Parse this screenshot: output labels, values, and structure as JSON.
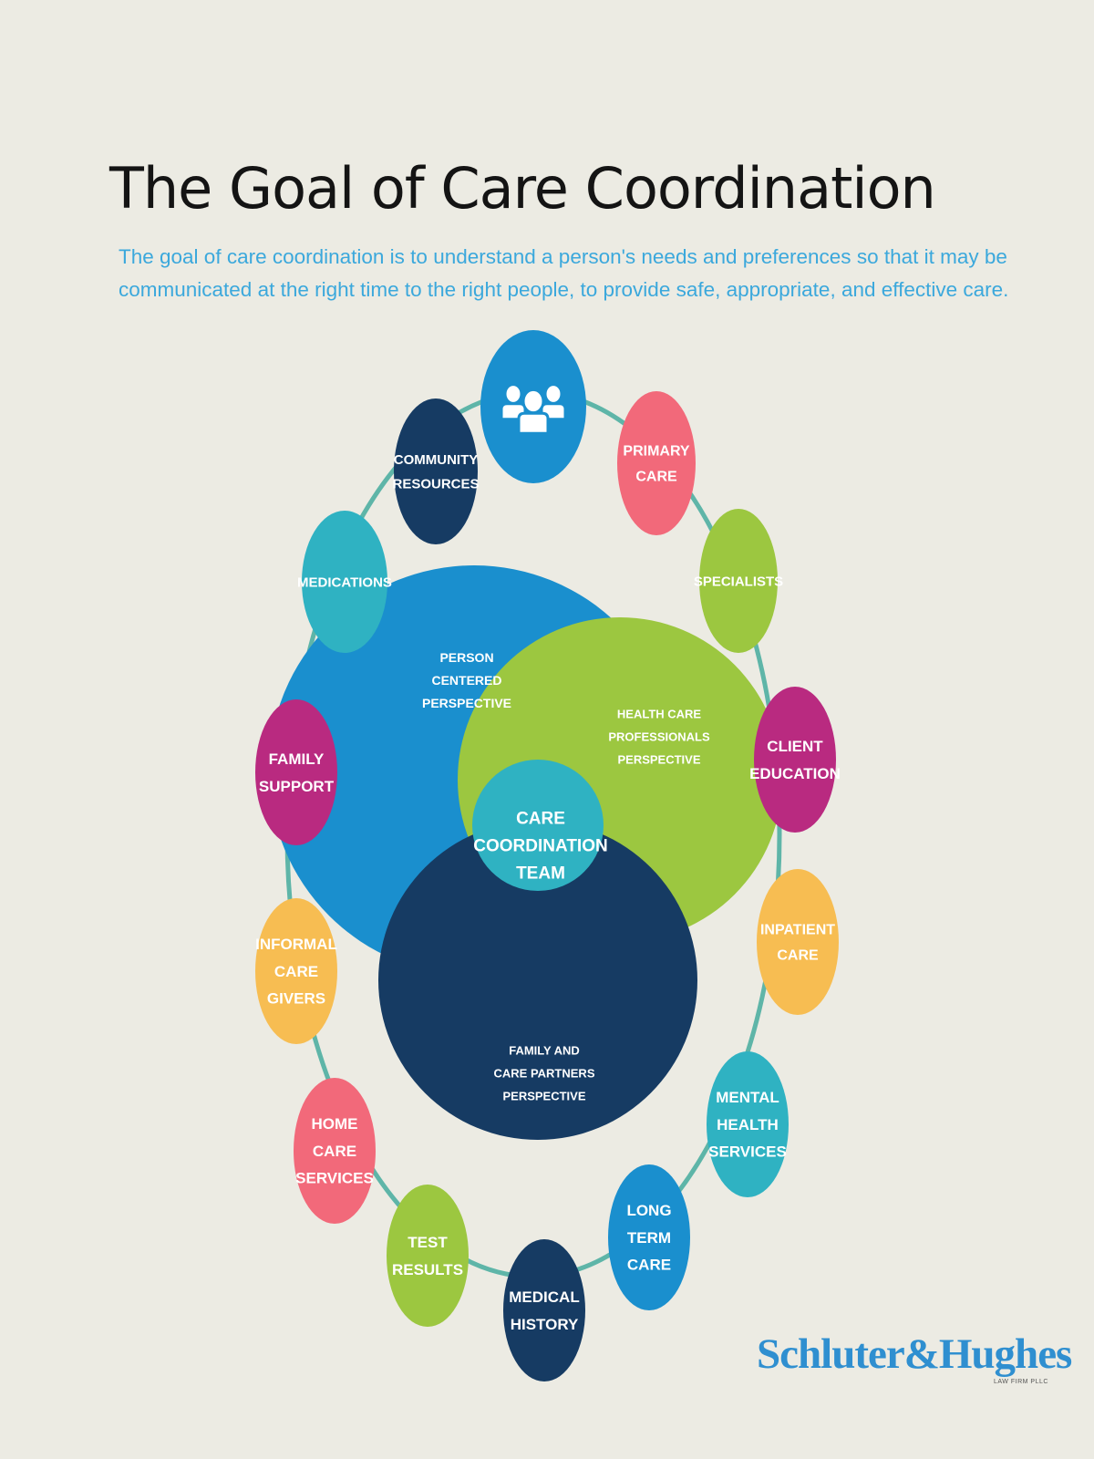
{
  "title": "The Goal of Care Coordination",
  "subtitle": "The goal of care coordination is to understand a person's needs and preferences so that it may be communicated at the right time to the right people, to provide safe, appropriate, and effective care.",
  "perspectives": {
    "person": [
      "PERSON",
      "CENTERED",
      "PERSPECTIVE"
    ],
    "health": [
      "HEALTH CARE",
      "PROFESSIONALS",
      "PERSPECTIVE"
    ],
    "family": [
      "FAMILY AND",
      "CARE PARTNERS",
      "PERSPECTIVE"
    ],
    "center": [
      "CARE",
      "COORDINATION",
      "TEAM"
    ]
  },
  "ring_nodes": [
    {
      "id": "people",
      "icon": "people-group-icon",
      "lines": [],
      "color": "#1a8fce"
    },
    {
      "id": "primary-care",
      "lines": [
        "PRIMARY",
        "CARE"
      ],
      "color": "#f2697a"
    },
    {
      "id": "specialists",
      "lines": [
        "SPECIALISTS"
      ],
      "color": "#9cc740"
    },
    {
      "id": "client-education",
      "lines": [
        "CLIENT",
        "EDUCATION"
      ],
      "color": "#b92a80"
    },
    {
      "id": "inpatient-care",
      "lines": [
        "INPATIENT",
        "CARE"
      ],
      "color": "#f7bd52"
    },
    {
      "id": "mental-health-services",
      "lines": [
        "MENTAL",
        "HEALTH",
        "SERVICES"
      ],
      "color": "#2fb2c2"
    },
    {
      "id": "long-term-care",
      "lines": [
        "LONG",
        "TERM",
        "CARE"
      ],
      "color": "#1a8fce"
    },
    {
      "id": "medical-history",
      "lines": [
        "MEDICAL",
        "HISTORY"
      ],
      "color": "#163b63"
    },
    {
      "id": "test-results",
      "lines": [
        "TEST",
        "RESULTS"
      ],
      "color": "#9cc740"
    },
    {
      "id": "home-care-services",
      "lines": [
        "HOME",
        "CARE",
        "SERVICES"
      ],
      "color": "#f2697a"
    },
    {
      "id": "informal-care-givers",
      "lines": [
        "INFORMAL",
        "CARE",
        "GIVERS"
      ],
      "color": "#f7bd52"
    },
    {
      "id": "family-support",
      "lines": [
        "FAMILY",
        "SUPPORT"
      ],
      "color": "#b92a80"
    },
    {
      "id": "medications",
      "lines": [
        "MEDICATIONS"
      ],
      "color": "#2fb2c2"
    },
    {
      "id": "community-resources",
      "lines": [
        "COMMUNITY",
        "RESOURCES"
      ],
      "color": "#163b63"
    }
  ],
  "colors": {
    "background": "#ecebe3",
    "person": "#1a8fce",
    "health": "#9cc740",
    "family": "#163b63",
    "center": "#2fb2c2",
    "ring": "#5eb5a8"
  },
  "logo": {
    "name": "Schluter&Hughes",
    "sub": "LAW FIRM PLLC"
  }
}
